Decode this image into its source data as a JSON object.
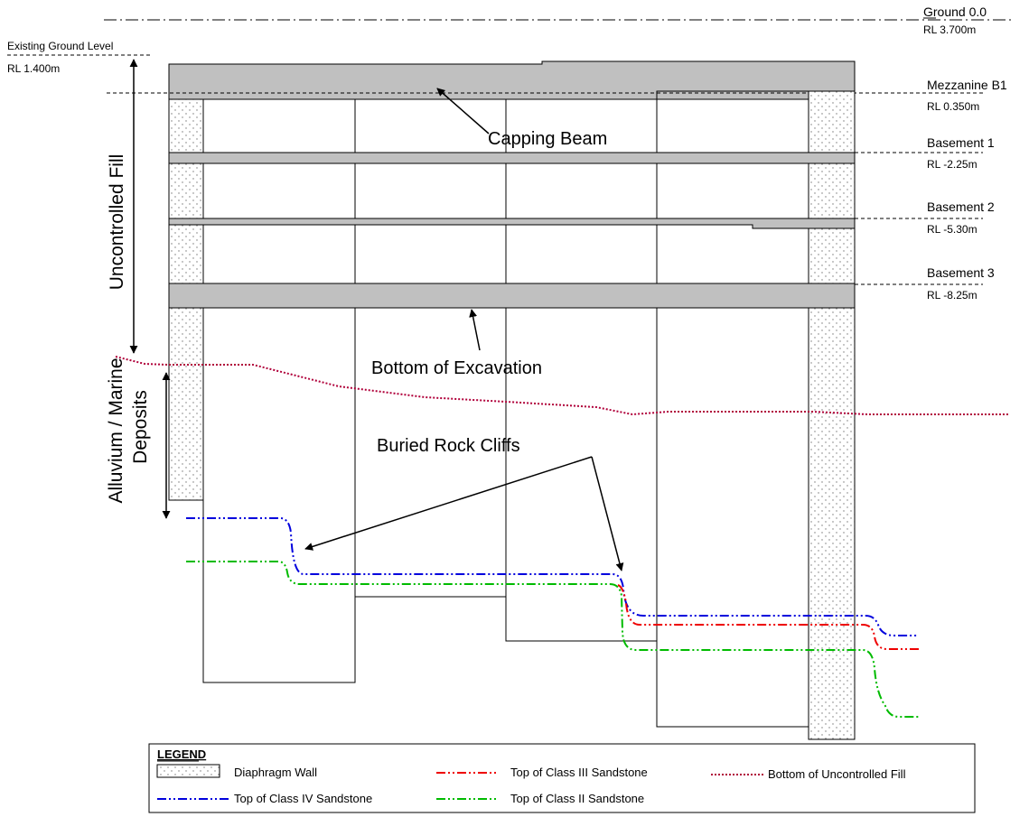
{
  "levels": {
    "ground": {
      "label": "Ground 0.0",
      "rl": "RL 3.700m"
    },
    "existing": {
      "label": "Existing Ground Level",
      "rl": "RL 1.400m"
    },
    "mezzanine": {
      "label": "Mezzanine B1",
      "rl": "RL 0.350m"
    },
    "basement1": {
      "label": "Basement 1",
      "rl": "RL -2.25m"
    },
    "basement2": {
      "label": "Basement 2",
      "rl": "RL -5.30m"
    },
    "basement3": {
      "label": "Basement 3",
      "rl": "RL -8.25m"
    }
  },
  "annotations": {
    "capping_beam": "Capping Beam",
    "bottom_excavation": "Bottom of Excavation",
    "buried_rock_cliffs": "Buried Rock Cliffs"
  },
  "strata": {
    "fill": "Uncontrolled Fill",
    "alluvium_line1": "Alluvium / Marine",
    "alluvium_line2": "Deposits"
  },
  "legend": {
    "title": "LEGEND",
    "diaphragm_wall": "Diaphragm Wall",
    "class4": "Top of Class IV Sandstone",
    "class3": "Top of Class III Sandstone",
    "class2": "Top of Class II Sandstone",
    "fill_bottom": "Bottom of Uncontrolled Fill"
  },
  "colors": {
    "slab": "#c0c0c0",
    "class4": "#0000dd",
    "class3": "#ee0000",
    "class2": "#00bb00",
    "fill_bottom": "#b0003a"
  }
}
